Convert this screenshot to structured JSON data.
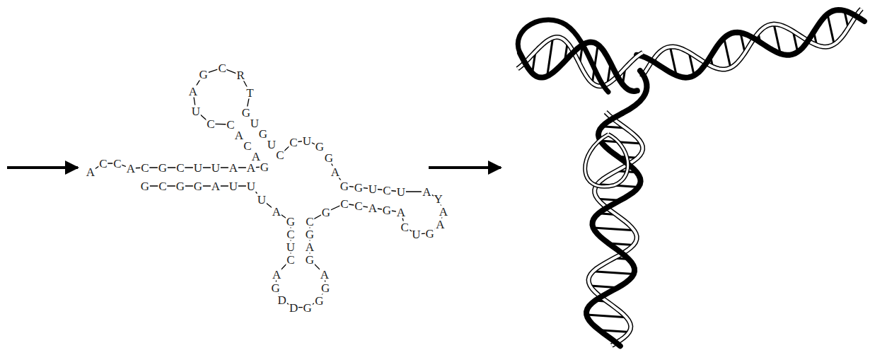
{
  "diagram": {
    "labels": [
      "G",
      "C",
      "G",
      "G",
      "A",
      "U",
      "U",
      "U",
      "A",
      "G",
      "C",
      "U",
      "C",
      "A",
      "G",
      "D",
      "D",
      "G",
      "G",
      "G",
      "A",
      "G",
      "A",
      "G",
      "C",
      "G",
      "C",
      "C",
      "A",
      "G",
      "A",
      "C",
      "U",
      "G",
      "A",
      "A",
      "Y",
      "A",
      "U",
      "C",
      "U",
      "G",
      "G",
      "A",
      "G",
      "G",
      "U",
      "C",
      "C",
      "U",
      "G",
      "U",
      "G",
      "T",
      "R",
      "C",
      "G",
      "A",
      "U",
      "C",
      "C",
      "A",
      "C",
      "A",
      "G",
      "A",
      "A",
      "U",
      "U",
      "C",
      "G",
      "C",
      "A",
      "C",
      "C",
      "A"
    ]
  }
}
